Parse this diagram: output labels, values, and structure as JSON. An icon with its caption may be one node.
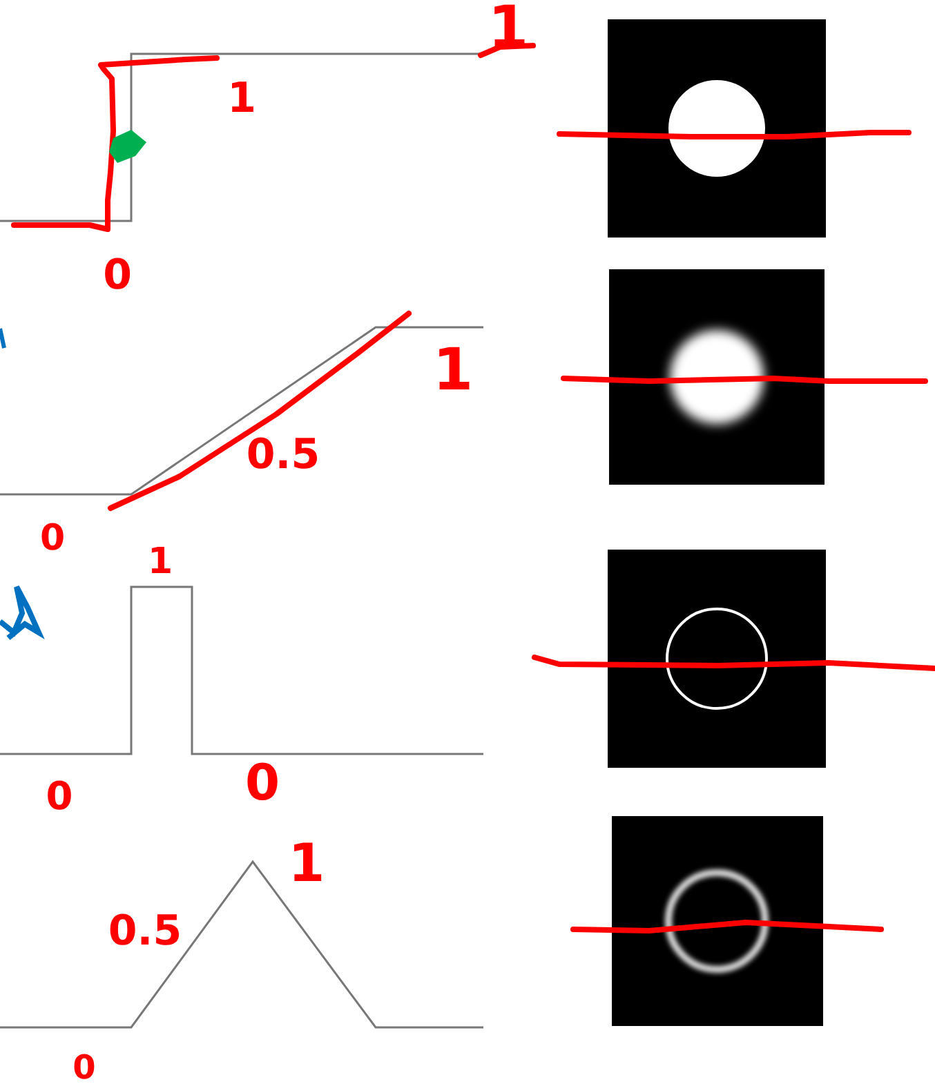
{
  "diagram": {
    "labels": [
      "1",
      "1",
      "0",
      "1",
      "0.5",
      "0",
      "1",
      "0",
      "0",
      "1",
      "0.5",
      "0"
    ]
  }
}
